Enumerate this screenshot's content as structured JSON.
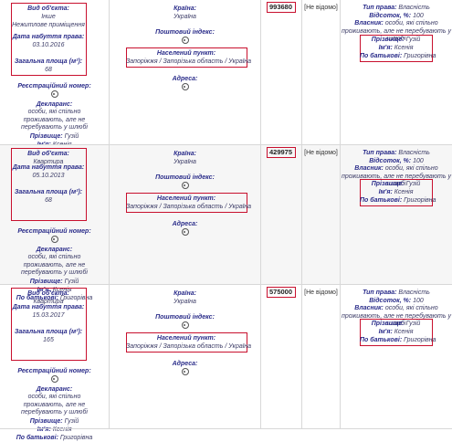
{
  "labels": {
    "object_type": "Вид об'єкта:",
    "acquired": "Дата набуття права:",
    "area": "Загальна площа (м²):",
    "reg_number": "Реєстраційний номер:",
    "declarants": "Декларанс:",
    "declarants_note": "особи, які спільно проживають, але не перебувають у шлюбі",
    "surname": "Прізвище:",
    "name": "Ім'я:",
    "patronymic": "По батькові:",
    "country": "Країна:",
    "postal": "Поштовий індекс:",
    "locality": "Населений пункт:",
    "address": "Адреса:",
    "right_type": "Тип права:",
    "share": "Відсоток, %:",
    "owner": "Власник:",
    "owner_note": "особи, які спільно проживають, але не перебувають у шлюбі"
  },
  "rows": [
    {
      "object_type": "Інше",
      "object_type_extra": "Нежитлове приміщення",
      "acquired": "03.10.2016",
      "area": "68",
      "surname": "Гузій",
      "name": "Ксенія",
      "patronymic": "Григорівна",
      "country": "Україна",
      "locality": "Запоріжжя / Запорізька область / Україна",
      "cost": "993680",
      "unknown": "[Не відомо]",
      "right_type": "Власність",
      "share": "100",
      "owner_surname": "Гузій",
      "owner_name": "Ксенія",
      "owner_patronymic": "Григорівна"
    },
    {
      "object_type": "Квартира",
      "object_type_extra": "",
      "acquired": "05.10.2013",
      "area": "68",
      "surname": "Гузій",
      "name": "Ксенія",
      "patronymic": "Григорівна",
      "country": "Україна",
      "locality": "Запоріжжя / Запорізька область / Україна",
      "cost": "429975",
      "unknown": "[Не відомо]",
      "right_type": "Власність",
      "share": "100",
      "owner_surname": "Гузій",
      "owner_name": "Ксенія",
      "owner_patronymic": "Григорівна"
    },
    {
      "object_type": "Квартира",
      "object_type_extra": "",
      "acquired": "15.03.2017",
      "area": "165",
      "surname": "Гузій",
      "name": "Ксенія",
      "patronymic": "Григорівна",
      "country": "Україна",
      "locality": "Запоріжжя / Запорізька область / Україна",
      "cost": "575000",
      "unknown": "[Не відомо]",
      "right_type": "Власність",
      "share": "100",
      "owner_surname": "Гузій",
      "owner_name": "Ксенія",
      "owner_patronymic": "Григорівна"
    }
  ]
}
